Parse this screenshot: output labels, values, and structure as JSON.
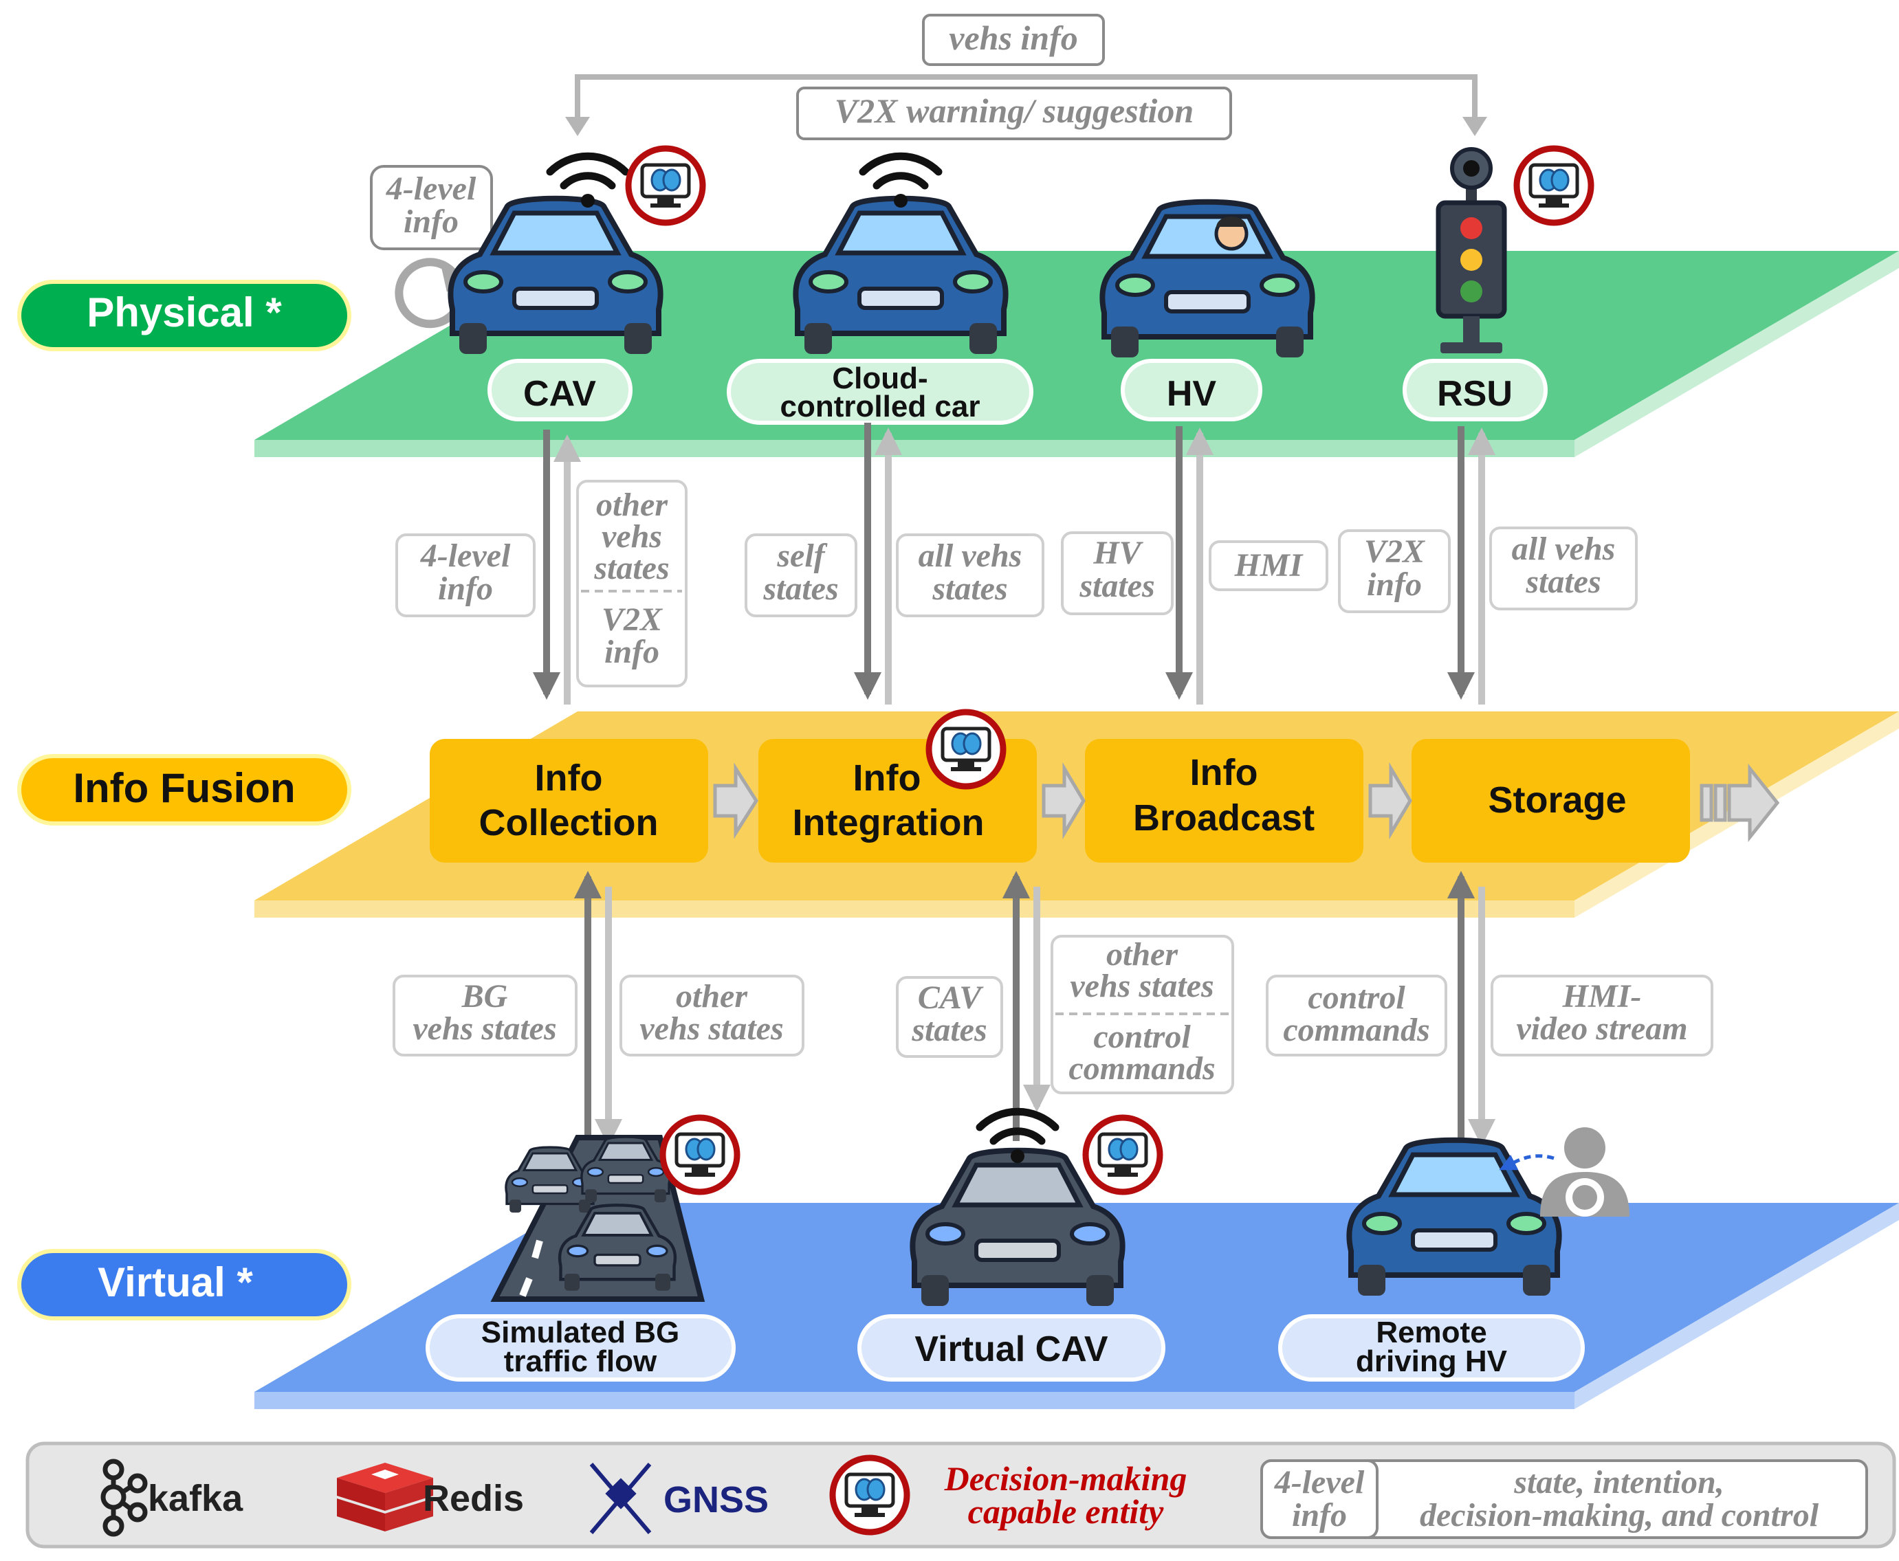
{
  "layers": {
    "physical": "Physical *",
    "fusion": "Info Fusion",
    "virtual": "Virtual *"
  },
  "top": {
    "vehs_info": "vehs info",
    "v2x_warning": "V2X warning/ suggestion",
    "four_level_line1": "4-level",
    "four_level_line2": "info"
  },
  "physical_entities": [
    {
      "label_lines": [
        "CAV"
      ]
    },
    {
      "label_lines": [
        "Cloud-",
        "controlled car"
      ]
    },
    {
      "label_lines": [
        "HV"
      ]
    },
    {
      "label_lines": [
        "RSU"
      ]
    }
  ],
  "fusion_boxes": [
    {
      "lines": [
        "Info",
        "Collection"
      ]
    },
    {
      "lines": [
        "Info",
        "Integration"
      ]
    },
    {
      "lines": [
        "Info",
        "Broadcast"
      ]
    },
    {
      "lines": [
        "Storage"
      ]
    }
  ],
  "upper_edge_labels": [
    {
      "lines": [
        "4-level",
        "info"
      ]
    },
    {
      "lines": [
        "other",
        "vehs",
        "states"
      ],
      "lines2": [
        "V2X",
        "info"
      ]
    },
    {
      "lines": [
        "self",
        "states"
      ]
    },
    {
      "lines": [
        "all vehs",
        "states"
      ]
    },
    {
      "lines": [
        "HV",
        "states"
      ]
    },
    {
      "lines": [
        "HMI"
      ]
    },
    {
      "lines": [
        "V2X",
        "info"
      ]
    },
    {
      "lines": [
        "all vehs",
        "states"
      ]
    }
  ],
  "lower_edge_labels": [
    {
      "lines": [
        "BG",
        "vehs states"
      ]
    },
    {
      "lines": [
        "other",
        "vehs states"
      ]
    },
    {
      "lines": [
        "CAV",
        "states"
      ]
    },
    {
      "lines": [
        "other",
        "vehs states"
      ],
      "lines2": [
        "control",
        "commands"
      ]
    },
    {
      "lines": [
        "control",
        "commands"
      ]
    },
    {
      "lines": [
        "HMI-",
        "video stream"
      ]
    }
  ],
  "virtual_entities": [
    {
      "label_lines": [
        "Simulated BG",
        "traffic flow"
      ]
    },
    {
      "label_lines": [
        "Virtual CAV"
      ]
    },
    {
      "label_lines": [
        "Remote",
        "driving HV"
      ]
    }
  ],
  "legend": {
    "kafka": "kafka",
    "redis": "Redis",
    "gnss": "GNSS",
    "decision_line1": "Decision-making",
    "decision_line2": "capable entity",
    "four_level_line1": "4-level",
    "four_level_line2": "info",
    "def_line1": "state, intention,",
    "def_line2": "decision-making, and control"
  },
  "colors": {
    "physical": "#5bcc8c",
    "fusion": "#f9d15a",
    "virtual": "#6b9ef0",
    "box": "#fbbf0a",
    "label_gray": "#8a8a8a",
    "decision_red": "#c00000",
    "car_blue": "#2a63a8",
    "car_dark": "#4a5563"
  }
}
